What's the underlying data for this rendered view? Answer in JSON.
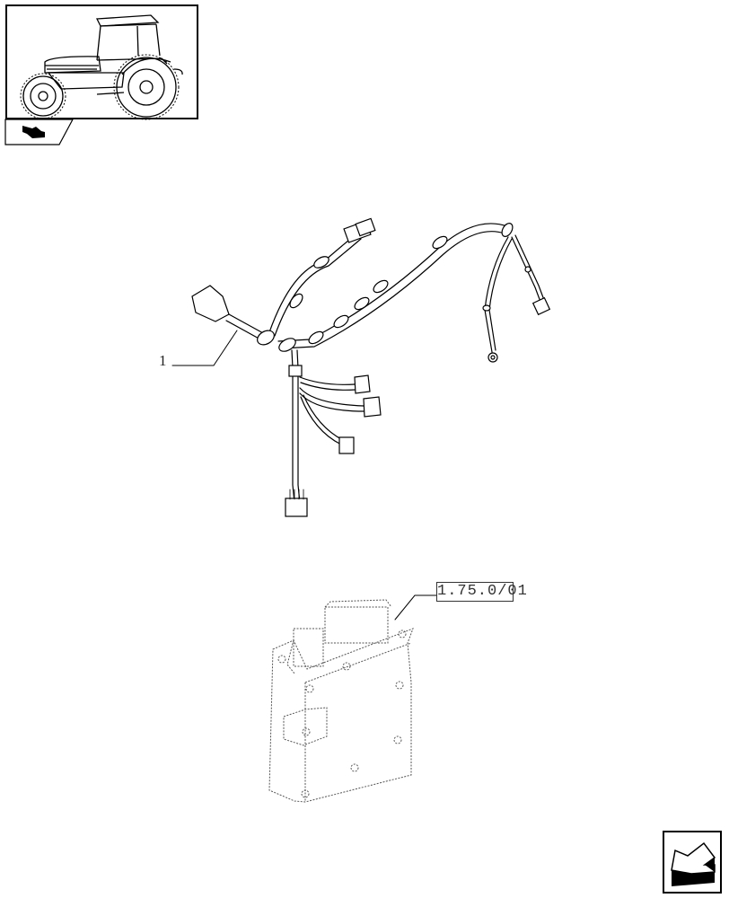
{
  "page": {
    "thumbnail": {
      "subject": "tractor-with-cab",
      "tab_icon": "hand-pointing-icon"
    },
    "diagram": {
      "title": "Wiring harness",
      "callouts": [
        {
          "label": "1",
          "target": "wiring-harness"
        }
      ],
      "reference": {
        "label": "1.75.0/01",
        "target": "control-unit"
      }
    },
    "navigation": {
      "next_icon": "arrow-back-icon"
    },
    "colors": {
      "line": "#000000",
      "background": "#ffffff",
      "dashed": "#555555"
    }
  }
}
